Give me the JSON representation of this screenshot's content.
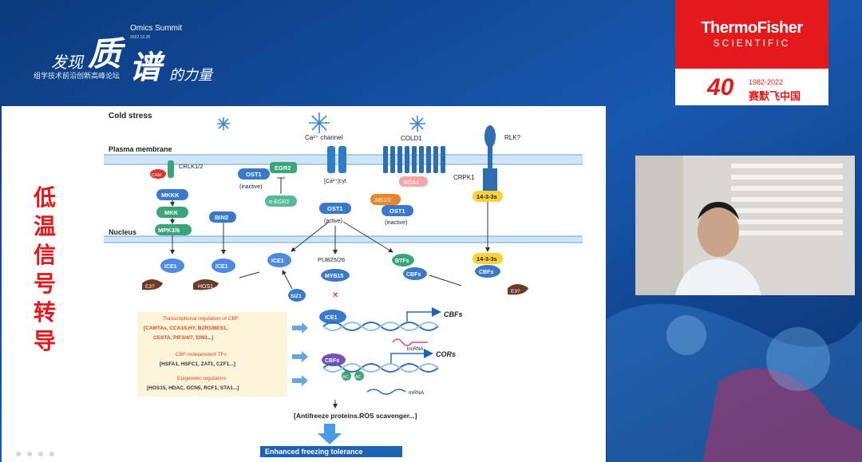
{
  "header": {
    "event_en": "Omics Summit",
    "event_date": "2022.12.28",
    "title_part1": "发现",
    "title_char1": "质",
    "title_char2": "谱",
    "title_part2": "的力量",
    "subtitle": "组学技术前沿创新高峰论坛"
  },
  "brand": {
    "name": "ThermoFisher",
    "sub": "SCIENTIFIC",
    "anniv_number": "40",
    "anniv_years": "1982-2022",
    "anniv_cn": "赛默飞中国"
  },
  "slide": {
    "title_cn": [
      "低",
      "温",
      "信",
      "号",
      "转",
      "导"
    ],
    "labels": {
      "cold_stress": "Cold stress",
      "plasma_membrane": "Plasma membrane",
      "nucleus": "Nucleus",
      "ca_channel": "Ca²⁺ channel",
      "ca_cyt": "[Ca²⁺]cyt",
      "cold1": "COLD1",
      "rlk": "RLK?",
      "crlk": "CRLK1/2",
      "cam": "CAM",
      "mkkk": "MKKK",
      "mkk": "MKK",
      "mpk": "MPK3/6",
      "bin2": "BIN2",
      "ost1_inactive_a": "OST1",
      "inactive_a": "(inactive)",
      "egr2": "EGR2",
      "aegr2": "α-EGR2",
      "rga1": "RGA1",
      "abi12": "ABI1/2",
      "ost1_inactive_b": "OST1",
      "inactive_b": "(inactive)",
      "crpk1": "CRPK1",
      "p1433_top": "14-3-3s",
      "ost1_active": "OST1",
      "active": "(active)",
      "ice1_a": "ICE1",
      "e3_a": "E3?",
      "ice1_b": "ICE1",
      "hos1": "HOS1",
      "ice1_c": "ICE1",
      "siz1": "SIZ1",
      "pub": "PUB25/26",
      "myb15": "MYB15",
      "btfs": "BTFs",
      "cbfs_a": "CBFs",
      "p1433_bot": "14-3-3s",
      "cbfs_b": "CBFs",
      "e3_b": "E3?",
      "ice1_dna": "ICE1",
      "cbfs_gene": "CBFs",
      "lncrna": "lncRNA",
      "cbfs_dna": "CBFs",
      "cors": "CORs",
      "ac1": "AC",
      "ac2": "AC",
      "mrna": "mRNA",
      "antifreeze": "[Antifreeze proteins.ROS scavenger...]",
      "enhanced": "Enhanced freezing tolerance"
    },
    "boxes": [
      {
        "title": "Transcriptional regulation of CBF",
        "line1": "[CAMTAs, CCA1/LHY, BZR1/BES1,",
        "line2": "CESTA, PIF3/4/7, EIN3...]"
      },
      {
        "title": "CBF-independent TFs",
        "line1": "[HSFA1, HSFC1, ZAT1, CZF1...]",
        "line2": ""
      },
      {
        "title": "Epigenetic regulators",
        "line1": "[HOS15, HDAC, GCN5, RCF1, STA1...]",
        "line2": ""
      }
    ]
  },
  "colors": {
    "brand_red": "#e3191b",
    "slide_title": "#e3191b",
    "protein_blue": "#3a78c9",
    "protein_green": "#3aa57a",
    "box_title_red": "#e24a1c",
    "enhanced_bg": "#1f62b3"
  }
}
